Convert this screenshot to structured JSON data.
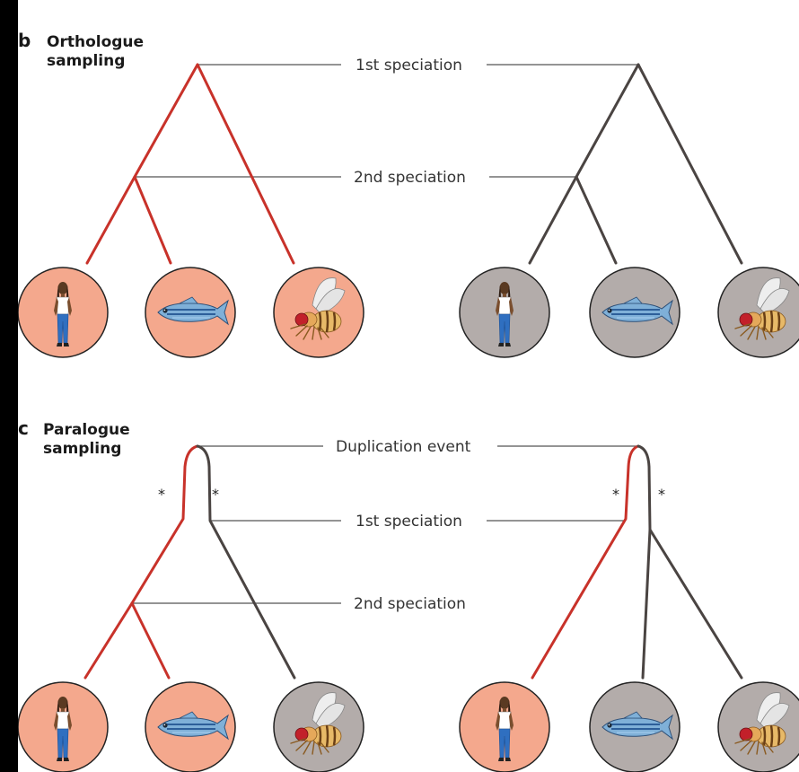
{
  "colors": {
    "ortholog_branch": "#c8322a",
    "other_branch": "#4a4442",
    "ortholog_circle": "#f4a88d",
    "other_circle": "#b3acaa",
    "label_line": "#555555"
  },
  "panel_b": {
    "letter": "b",
    "title_line1": "Orthologue",
    "title_line2": "sampling",
    "event_1": "1st speciation",
    "event_2": "2nd speciation"
  },
  "panel_c": {
    "letter": "c",
    "title_line1": "Paralogue",
    "title_line2": "sampling",
    "event_0": "Duplication event",
    "event_1": "1st speciation",
    "event_2": "2nd speciation",
    "asterisk": "*"
  },
  "species": [
    "human",
    "zebrafish",
    "fruit fly"
  ],
  "icons": [
    "human-icon",
    "zebrafish-icon",
    "fruit-fly-icon"
  ]
}
